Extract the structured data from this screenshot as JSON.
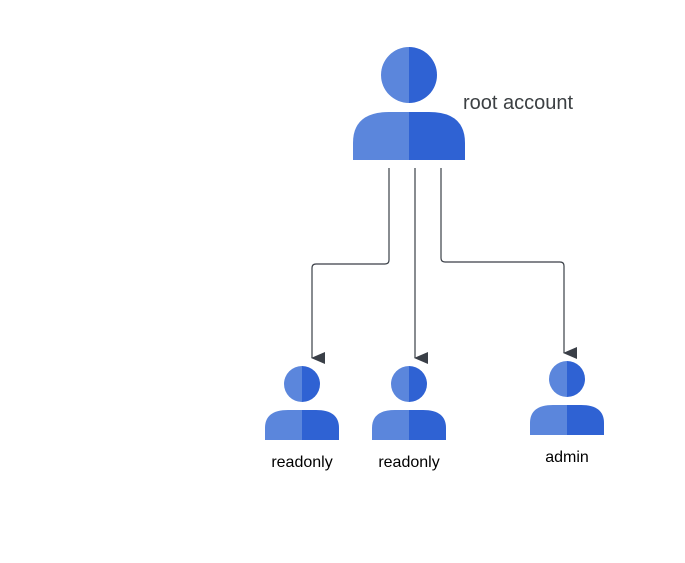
{
  "colors": {
    "icon_light": "#5b86dc",
    "icon_dark": "#2f62d3",
    "connector": "#3a3f47",
    "text": "#3c4043",
    "background": "#ffffff"
  },
  "icon_name": "person-icon",
  "nodes": {
    "root": {
      "label": "root account"
    },
    "child_1": {
      "label": "readonly"
    },
    "child_2": {
      "label": "readonly"
    },
    "child_3": {
      "label": "admin"
    }
  }
}
